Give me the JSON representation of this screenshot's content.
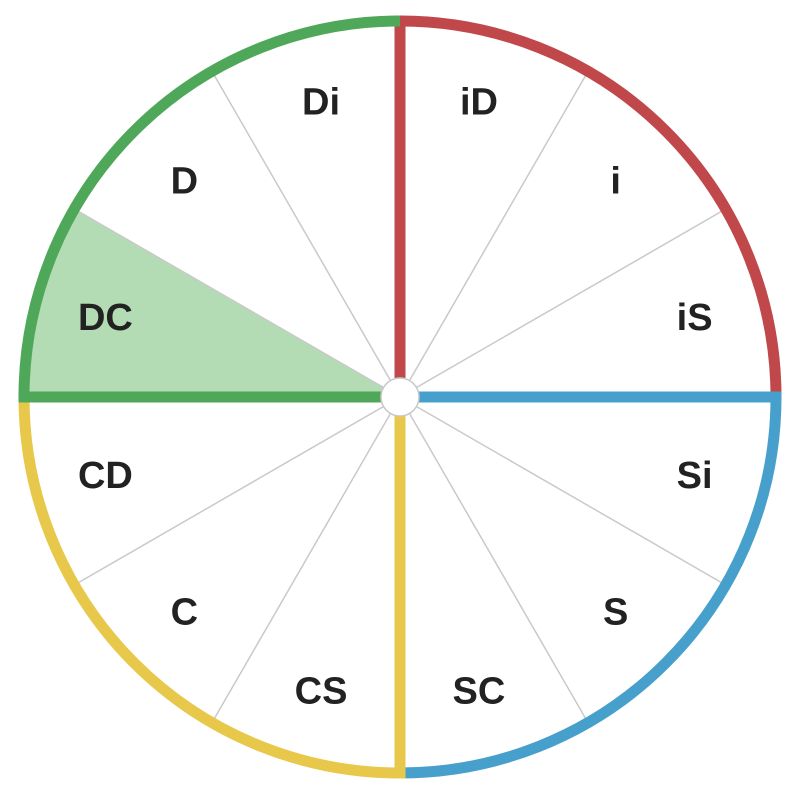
{
  "wheel": {
    "highlighted_segment": "DC",
    "highlight_color": "#b3dcb5",
    "segments": [
      {
        "label": "iD",
        "quadrant": "i"
      },
      {
        "label": "i",
        "quadrant": "i"
      },
      {
        "label": "iS",
        "quadrant": "i"
      },
      {
        "label": "Si",
        "quadrant": "S"
      },
      {
        "label": "S",
        "quadrant": "S"
      },
      {
        "label": "SC",
        "quadrant": "S"
      },
      {
        "label": "CS",
        "quadrant": "C"
      },
      {
        "label": "C",
        "quadrant": "C"
      },
      {
        "label": "CD",
        "quadrant": "C"
      },
      {
        "label": "DC",
        "quadrant": "D"
      },
      {
        "label": "D",
        "quadrant": "D"
      },
      {
        "label": "Di",
        "quadrant": "D"
      }
    ],
    "quadrant_colors": {
      "D": "#4fa85a",
      "i": "#c0474a",
      "S": "#47a0cc",
      "C": "#e8c84a"
    }
  }
}
